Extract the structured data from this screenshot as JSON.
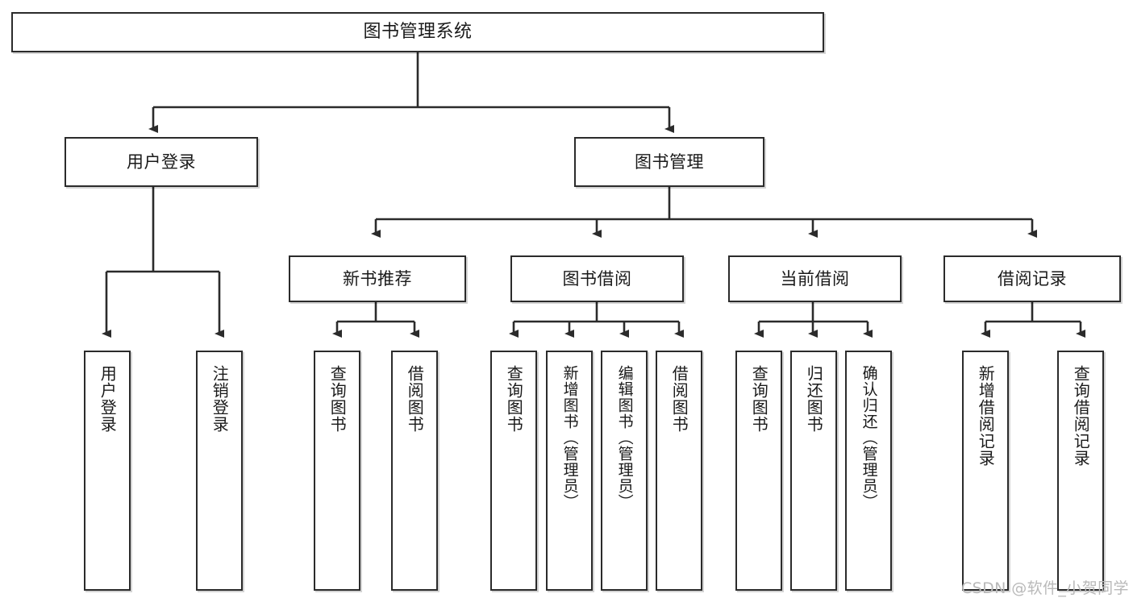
{
  "diagram": {
    "title": "图书管理系统",
    "type": "tree-hierarchy",
    "levels": {
      "root": {
        "label": "图书管理系统"
      },
      "level2": [
        {
          "label": "用户登录"
        },
        {
          "label": "图书管理"
        }
      ],
      "level3": [
        {
          "label": "新书推荐"
        },
        {
          "label": "图书借阅"
        },
        {
          "label": "当前借阅"
        },
        {
          "label": "借阅记录"
        }
      ],
      "level4": {
        "user_login_children": [
          {
            "label": "用户登录"
          },
          {
            "label": "注销登录"
          }
        ],
        "new_book_children": [
          {
            "label": "查询图书"
          },
          {
            "label": "借阅图书"
          }
        ],
        "book_borrow_children": [
          {
            "label": "查询图书"
          },
          {
            "label": "新增图书（管理员）"
          },
          {
            "label": "编辑图书（管理员）"
          },
          {
            "label": "借阅图书"
          }
        ],
        "current_borrow_children": [
          {
            "label": "查询图书"
          },
          {
            "label": "归还图书"
          },
          {
            "label": "确认归还（管理员）"
          }
        ],
        "borrow_record_children": [
          {
            "label": "新增借阅记录"
          },
          {
            "label": "查询借阅记录"
          }
        ]
      }
    }
  },
  "watermark": {
    "text": "CSDN @软件_小贺同学"
  },
  "colors": {
    "stroke": "#2b2b2b",
    "fill": "#ffffff",
    "text": "#1a1a1a",
    "watermark": "#b9b9b9"
  }
}
